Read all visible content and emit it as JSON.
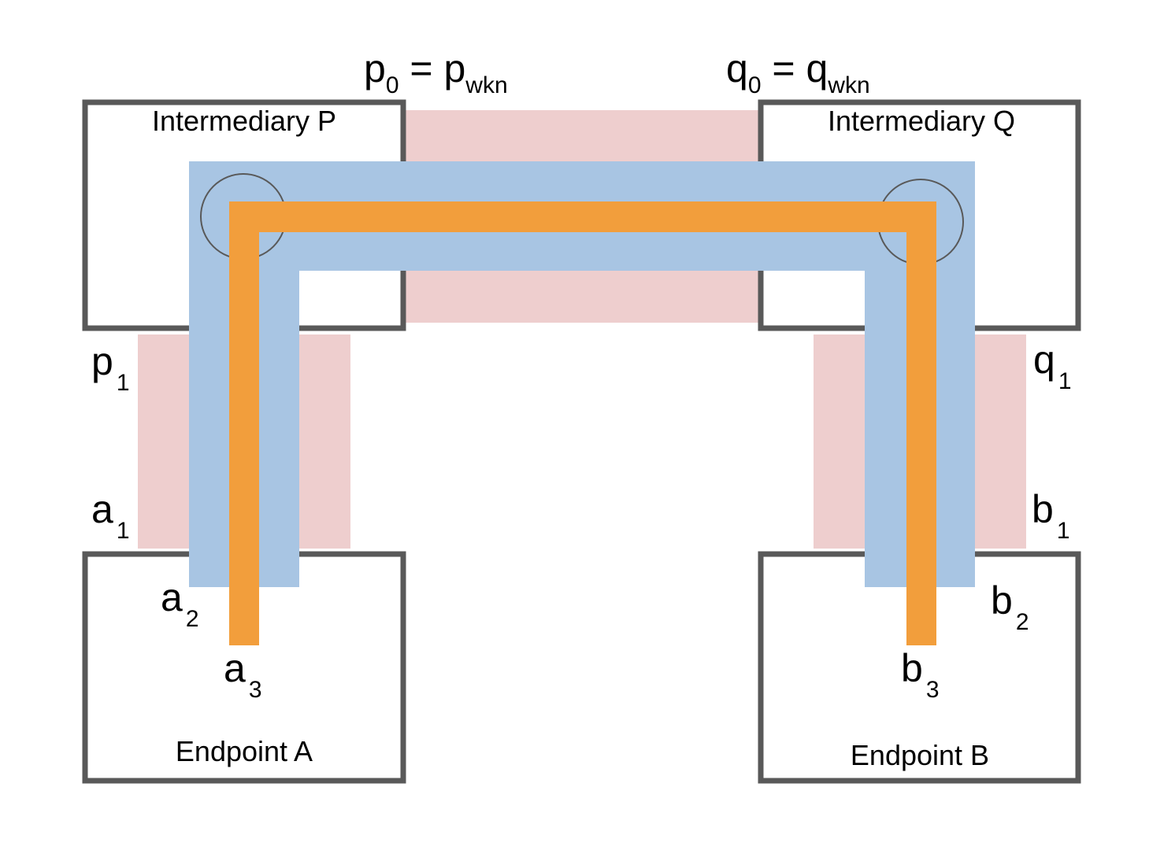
{
  "nodes": {
    "intermediary_p": "Intermediary P",
    "intermediary_q": "Intermediary Q",
    "endpoint_a": "Endpoint A",
    "endpoint_b": "Endpoint B"
  },
  "labels": {
    "p0": {
      "base": "p",
      "sub": "0",
      "eq": " = p",
      "eq_sub": "wkn"
    },
    "q0": {
      "base": "q",
      "sub": "0",
      "eq": " = q",
      "eq_sub": "wkn"
    },
    "p1": {
      "base": "p",
      "sub": "1"
    },
    "q1": {
      "base": "q",
      "sub": "1"
    },
    "a1": {
      "base": "a",
      "sub": "1"
    },
    "b1": {
      "base": "b",
      "sub": "1"
    },
    "a2": {
      "base": "a",
      "sub": "2"
    },
    "b2": {
      "base": "b",
      "sub": "2"
    },
    "a3": {
      "base": "a",
      "sub": "3"
    },
    "b3": {
      "base": "b",
      "sub": "3"
    }
  },
  "colors": {
    "connection_pink": "#EECECE",
    "tunnel_blue": "#A8C5E3",
    "path_orange": "#F29E3C",
    "box_stroke": "#595959",
    "circle_stroke": "#595959"
  }
}
